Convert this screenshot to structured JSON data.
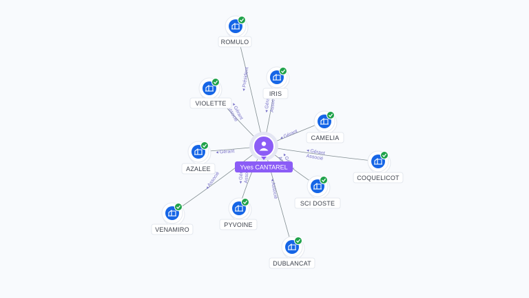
{
  "center": {
    "name": "Yves CANTAREL",
    "icon": "person-icon",
    "color": "#8b5cf6"
  },
  "colors": {
    "company": "#1565e6",
    "check": "#1fa24a",
    "edge": "#7f8b8f",
    "edge_label": "#7b74c9"
  },
  "companies": [
    {
      "id": "romulo",
      "name": "ROMULO",
      "relation": "Président"
    },
    {
      "id": "iris",
      "name": "IRIS",
      "relation": "Gérant Associé"
    },
    {
      "id": "violette",
      "name": "VIOLETTE",
      "relation": "Gérant Associé"
    },
    {
      "id": "camelia",
      "name": "CAMELIA",
      "relation": "Gérant"
    },
    {
      "id": "azalee",
      "name": "AZALEE",
      "relation": "Gérant"
    },
    {
      "id": "coquelicot",
      "name": "COQUELICOT",
      "relation": "Gérant Associé"
    },
    {
      "id": "sci-doste",
      "name": "SCI DOSTE",
      "relation": "Gérant Associé"
    },
    {
      "id": "venamiro",
      "name": "VENAMIRO",
      "relation": "Associé"
    },
    {
      "id": "pyvoine",
      "name": "PYVOINE",
      "relation": "Gérant Associé"
    },
    {
      "id": "dublancat",
      "name": "DUBLANCAT",
      "relation": "Associé"
    }
  ]
}
